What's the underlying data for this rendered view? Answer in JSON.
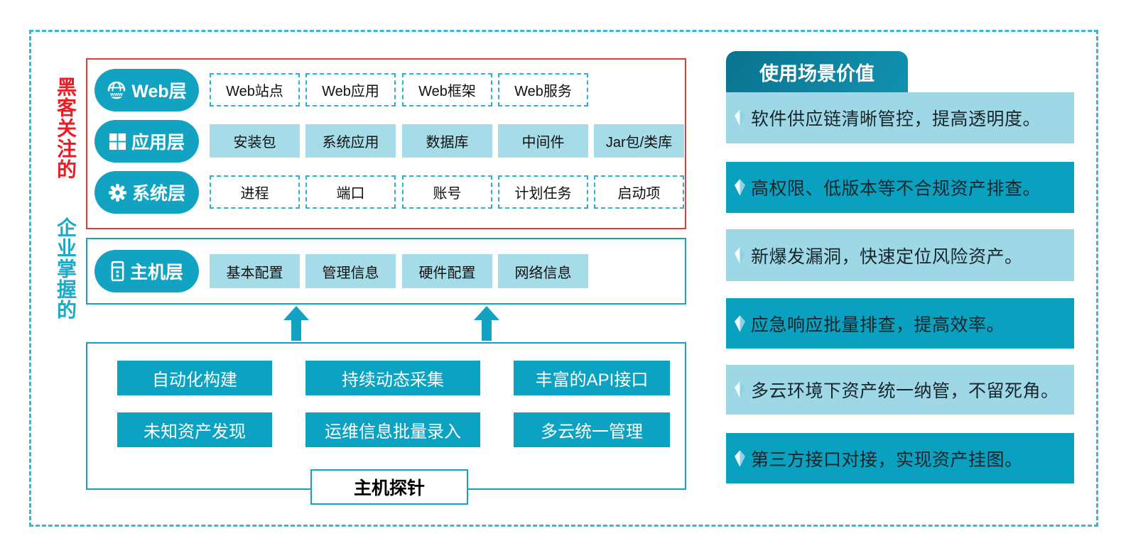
{
  "left_labels": {
    "hacker": "黑客关注的",
    "enterprise": "企业掌握的"
  },
  "layers": {
    "web": {
      "label": "Web层",
      "items": [
        "Web站点",
        "Web应用",
        "Web框架",
        "Web服务"
      ]
    },
    "app": {
      "label": "应用层",
      "items": [
        "安装包",
        "系统应用",
        "数据库",
        "中间件",
        "Jar包/类库"
      ]
    },
    "sys": {
      "label": "系统层",
      "items": [
        "进程",
        "端口",
        "账号",
        "计划任务",
        "启动项"
      ]
    },
    "host": {
      "label": "主机层",
      "items": [
        "基本配置",
        "管理信息",
        "硬件配置",
        "网络信息"
      ]
    }
  },
  "capabilities": {
    "row1": [
      "自动化构建",
      "持续动态采集",
      "丰富的API接口"
    ],
    "row2": [
      "未知资产发现",
      "运维信息批量录入",
      "多云统一管理"
    ],
    "probe_label": "主机探针"
  },
  "value_panel": {
    "title": "使用场景价值",
    "items": [
      "软件供应链清晰管控，提高透明度。",
      "高权限、低版本等不合规资产排查。",
      "新爆发漏洞，快速定位风险资产。",
      "应急响应批量排查，提高效率。",
      "多云环境下资产统一纳管，不留死角。",
      "第三方接口对接，实现资产挂图。"
    ]
  },
  "colors": {
    "teal_primary": "#12a3c2",
    "teal_box_light": "#a6dbe8",
    "panel_item_light": "#9ed7e6",
    "panel_item_dark": "#0aa0c0",
    "panel_header": "#0d7e9c",
    "red_border": "#e73a33",
    "red_text": "#ec1c24",
    "teal_text": "#1caac9",
    "outer_dashed": "#38b7d3"
  }
}
